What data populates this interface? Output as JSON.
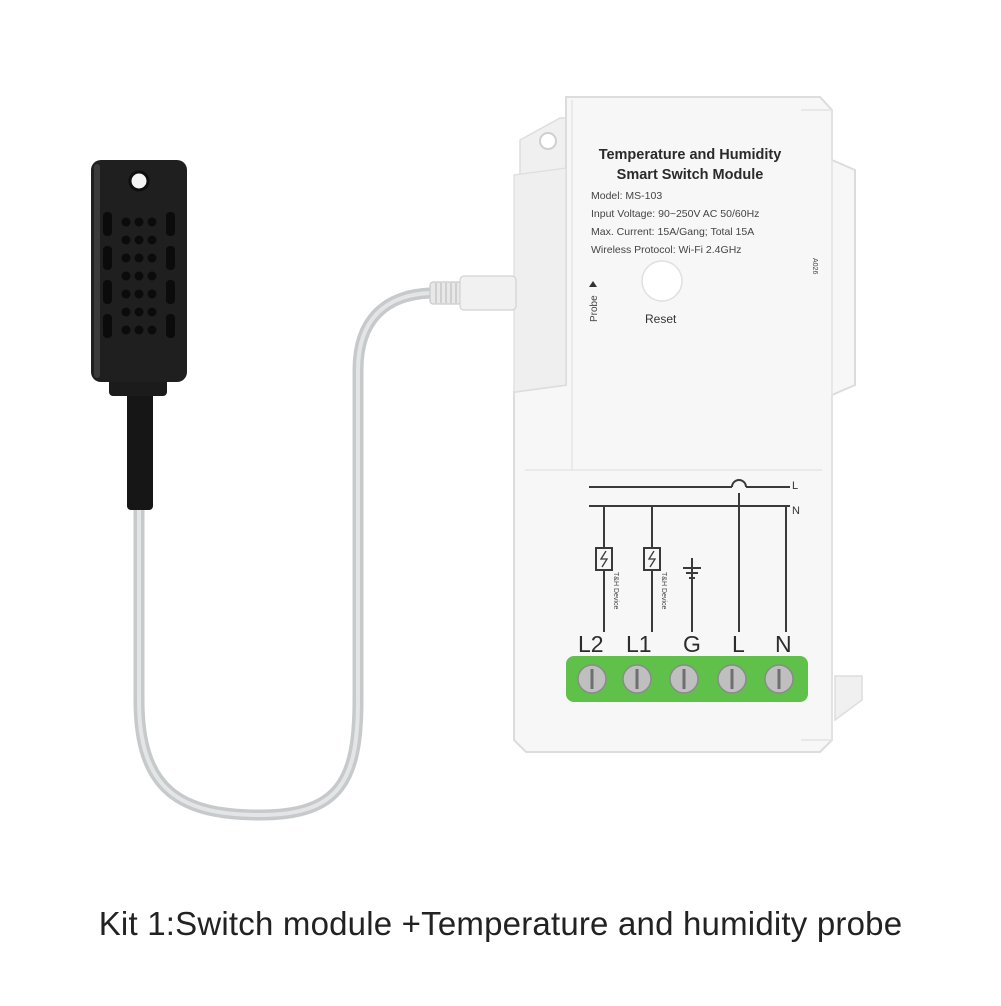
{
  "module": {
    "title_line1": "Temperature and Humidity",
    "title_line2": "Smart Switch Module",
    "model": "Model: MS-103",
    "voltage": "Input Voltage: 90~250V AC 50/60Hz",
    "current": "Max. Current: 15A/Gang; Total 15A",
    "protocol": "Wireless Protocol: Wi-Fi 2.4GHz",
    "probe_label": "Probe",
    "reset_label": "Reset",
    "side_code": "A026",
    "device_label": "T&H Device",
    "bus_l": "L",
    "bus_n": "N",
    "terminals": [
      "L2",
      "L1",
      "G",
      "L",
      "N"
    ]
  },
  "colors": {
    "terminal_green": "#5fc04a",
    "probe_body": "#1d1d1d",
    "cable": "#cfd2d3",
    "module_body": "#f7f7f7"
  },
  "caption": "Kit 1:Switch module +Temperature and humidity probe"
}
